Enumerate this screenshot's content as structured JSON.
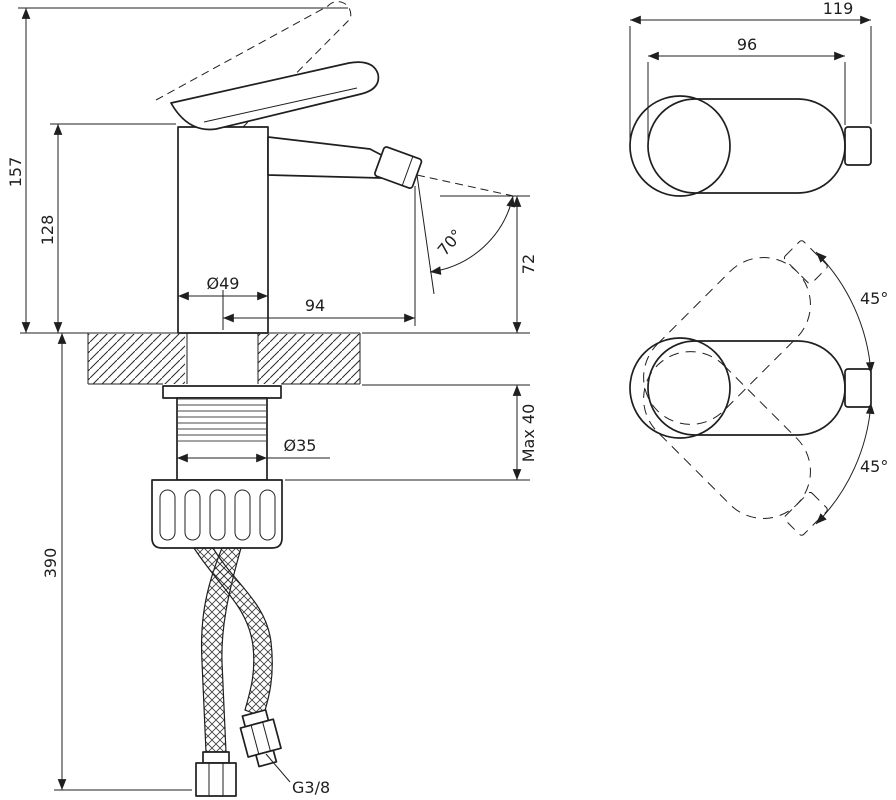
{
  "side_view": {
    "total_height": "157",
    "body_height": "128",
    "base_diameter": "Ø49",
    "spout_reach": "94",
    "spout_angle": "70°",
    "spout_height": "72",
    "max_deck_thickness": "Max 40",
    "shank_diameter": "Ø35",
    "hose_length": "390",
    "connection_thread": "G3/8"
  },
  "top_view": {
    "total_length": "119",
    "body_length": "96",
    "swivel_upper": "45°",
    "swivel_lower": "45°"
  }
}
